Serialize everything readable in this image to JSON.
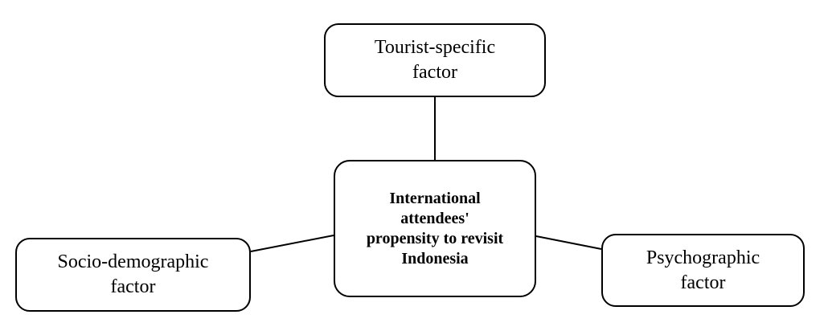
{
  "diagram": {
    "nodes": {
      "top": {
        "label": "Tourist-specific\nfactor"
      },
      "center": {
        "label": "International\nattendees'\npropensity to revisit\nIndonesia"
      },
      "left": {
        "label": "Socio-demographic\nfactor"
      },
      "right": {
        "label": "Psychographic\nfactor"
      }
    },
    "edges": [
      {
        "from": "top",
        "to": "center"
      },
      {
        "from": "left",
        "to": "center"
      },
      {
        "from": "right",
        "to": "center"
      }
    ],
    "colors": {
      "stroke": "#000000",
      "fill": "#ffffff"
    }
  }
}
